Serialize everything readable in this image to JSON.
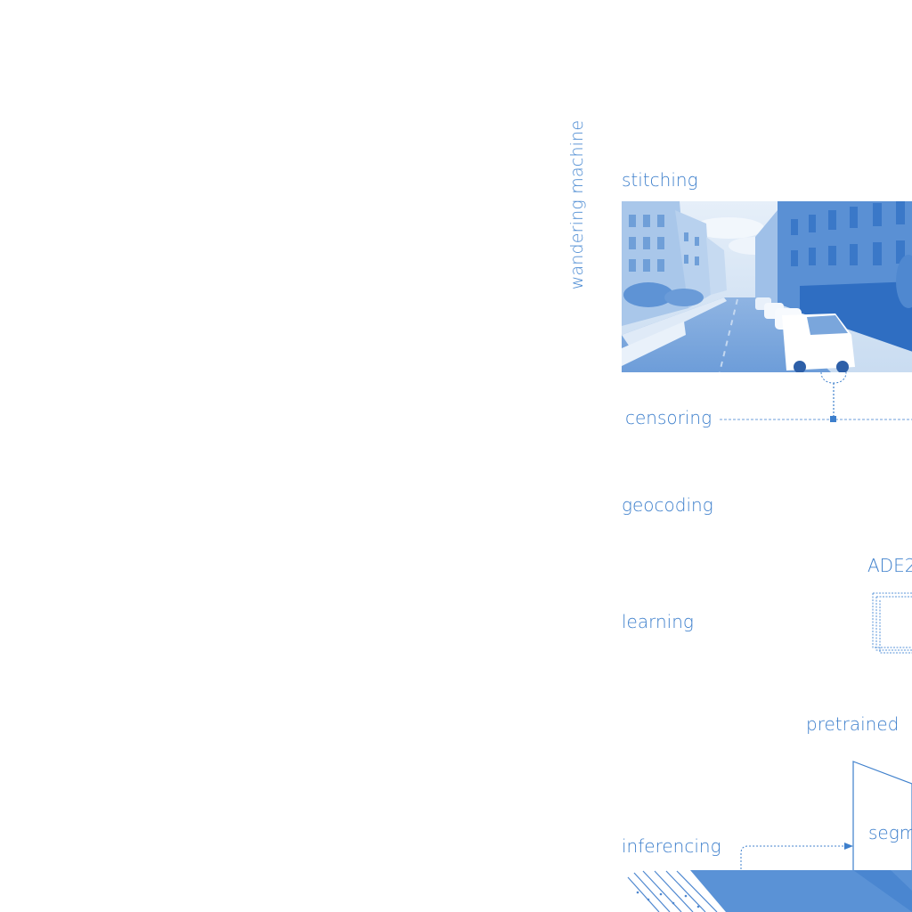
{
  "title": "wandering machine",
  "steps": {
    "stitching": "stitching",
    "censoring": "censoring",
    "geocoding": "geocoding",
    "learning": "learning",
    "inferencing": "inferencing"
  },
  "labels": {
    "ade": "ADE2",
    "pretrained": "pretrained",
    "segm": "segm"
  },
  "colors": {
    "accent": "#3d7fcc",
    "photo_light": "#cfe0f3",
    "photo_dark": "#3f7ed0"
  }
}
